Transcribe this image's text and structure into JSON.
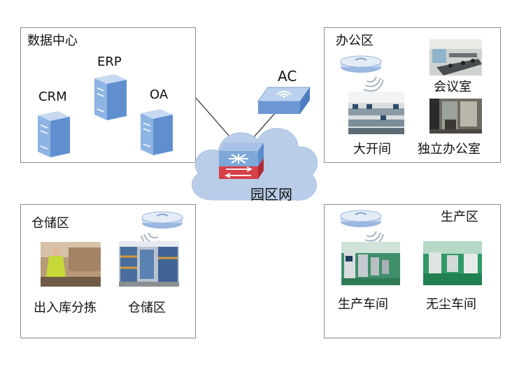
{
  "data_center": {
    "title": "数据中心",
    "servers": [
      "CRM",
      "ERP",
      "OA"
    ]
  },
  "ac": {
    "label": "AC"
  },
  "campus": {
    "label": "园区网"
  },
  "office": {
    "title": "办公区",
    "items": [
      "会议室",
      "大开间",
      "独立办公室"
    ]
  },
  "storage": {
    "title": "仓储区",
    "items": [
      "出入库分拣",
      "仓储区"
    ]
  },
  "production": {
    "title": "生产区",
    "items": [
      "生产车间",
      "无尘车间"
    ]
  },
  "colors": {
    "cloud": "#b9cde8",
    "switch_top": "#7ea8d8",
    "switch_red": "#d64048",
    "server": "#8db4e2",
    "ap": "#c9d8ee"
  }
}
